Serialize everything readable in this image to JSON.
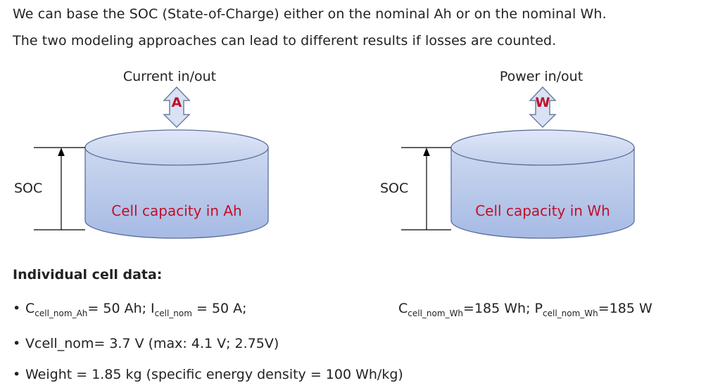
{
  "intro": {
    "line1": "We can base the SOC (State-of-Charge) either on the nominal Ah or on the nominal Wh.",
    "line2": "The two modeling approaches can lead to different results if losses are counted."
  },
  "left": {
    "io_label": "Current in/out",
    "arrow_letter": "A",
    "soc_label": "SOC",
    "capacity_label": "Cell capacity in Ah"
  },
  "right": {
    "io_label": "Power in/out",
    "arrow_letter": "W",
    "soc_label": "SOC",
    "capacity_label": "Cell capacity in Wh"
  },
  "cell_data": {
    "title": "Individual cell data:",
    "b1": {
      "c_main": "C",
      "c_sub": "cell_nom_Ah",
      "c_val": "= 50 Ah; ",
      "i_main": "I",
      "i_sub": "cell_nom",
      "i_val": " = 50 A;"
    },
    "b1_right": {
      "c_main": "C",
      "c_sub": "cell_nom_Wh",
      "c_val": "=185 Wh; ",
      "p_main": "P",
      "p_sub": "cell_nom_Wh",
      "p_val": "=185 W"
    },
    "b2": "Vcell_nom= 3.7 V (max: 4.1 V; 2.75V)",
    "b3": "Weight = 1.85 kg (specific energy density = 100 Wh/kg)"
  },
  "colors": {
    "cylinder_top": "#c6d3ee",
    "cylinder_bottom": "#a9bde6",
    "cylinder_stroke": "#5b6f9e",
    "capacity_text": "#c0102a"
  }
}
